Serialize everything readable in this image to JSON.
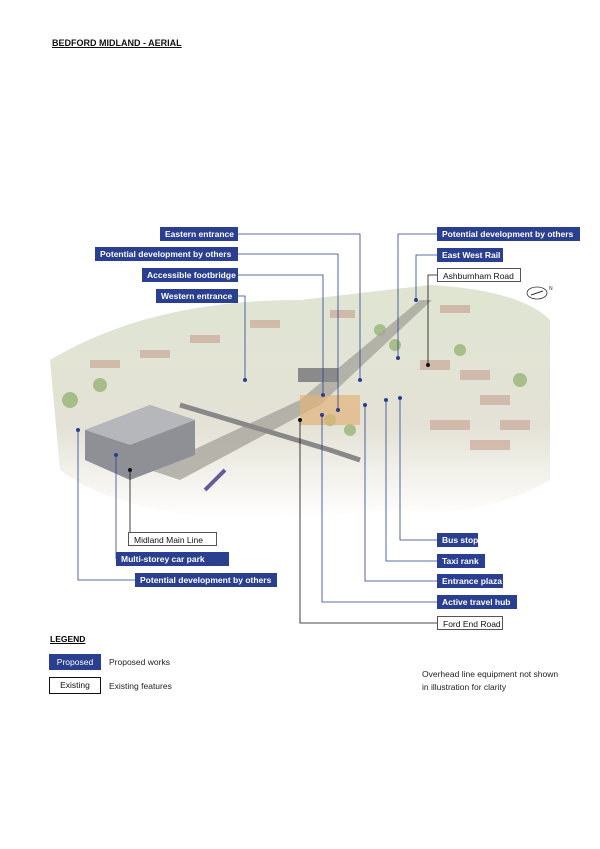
{
  "title": "BEDFORD MIDLAND - AERIAL",
  "labels": {
    "eastern_entrance": "Eastern entrance",
    "potential_dev_left": "Potential development by others",
    "accessible_footbridge": "Accessible footbridge",
    "western_entrance": "Western entrance",
    "potential_dev_right": "Potential development by others",
    "east_west_rail": "East West Rail",
    "ashburnham_road": "Ashburnham Road",
    "midland_main_line": "Midland Main Line",
    "multi_storey_car_park": "Multi-storey car park",
    "potential_dev_bottom": "Potential development by others",
    "bus_stop": "Bus stop",
    "taxi_rank": "Taxi rank",
    "entrance_plaza": "Entrance plaza",
    "active_travel_hub": "Active travel hub",
    "ford_end_road": "Ford End Road"
  },
  "legend": {
    "title": "LEGEND",
    "proposed_key": "Proposed",
    "proposed_desc": "Proposed works",
    "existing_key": "Existing",
    "existing_desc": "Existing features"
  },
  "note": "Overhead line equipment not shown in illustration for clarity",
  "north_label": "N",
  "colors": {
    "proposed": "#2a3f8f",
    "existing_border": "#555555"
  }
}
